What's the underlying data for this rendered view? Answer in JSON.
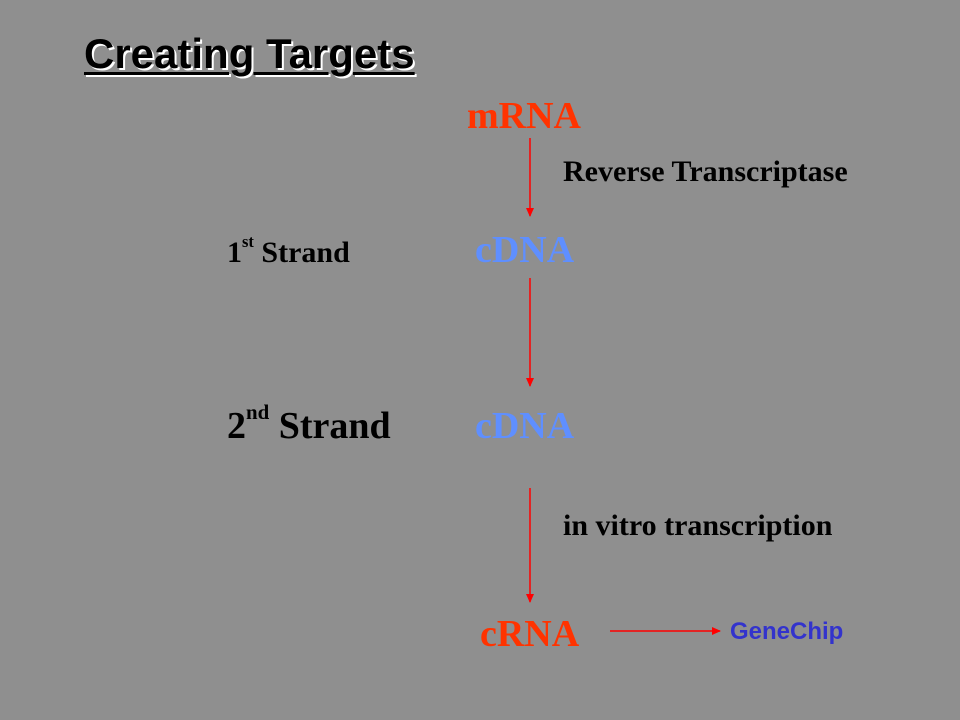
{
  "title": "Creating Targets",
  "nodes": {
    "mrna": "mRNA",
    "cdna1": "cDNA",
    "cdna2": "cDNA",
    "crna": "cRNA",
    "genechip": "GeneChip"
  },
  "labels": {
    "reverse_transcriptase": "Reverse Transcriptase",
    "first_strand_num": "1",
    "first_strand_sup": "st",
    "first_strand_text": " Strand",
    "second_strand_num": "2",
    "second_strand_sup": "nd",
    "second_strand_text": " Strand",
    "in_vitro": "in vitro transcription"
  },
  "colors": {
    "background": "#8f8f8f",
    "mrna": "#ff3300",
    "cdna": "#5f8fff",
    "crna": "#ff3300",
    "genechip": "#3333cc",
    "arrow": "#ff0000"
  }
}
